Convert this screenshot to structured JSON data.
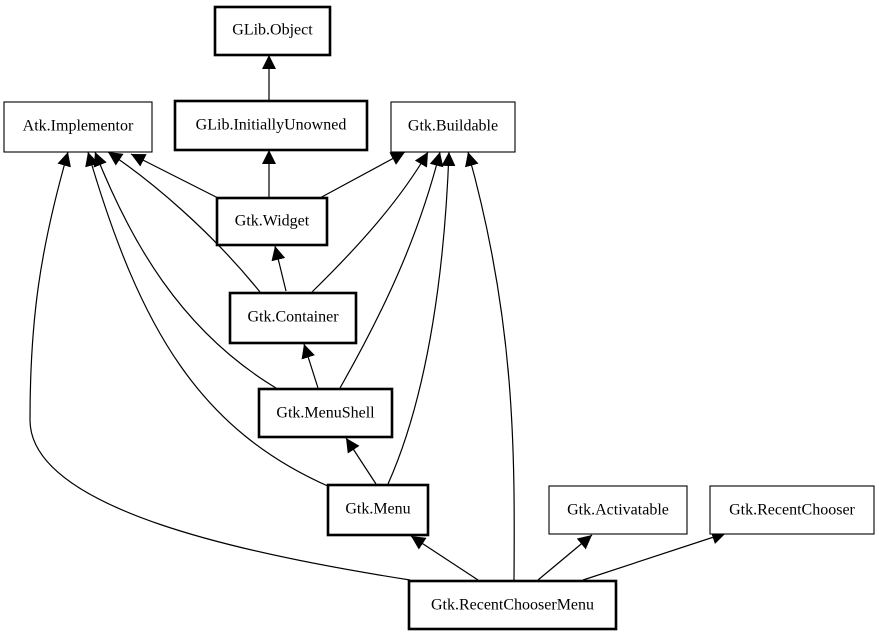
{
  "diagram": {
    "type": "class-inheritance-graph",
    "nodes": [
      {
        "id": "glib-object",
        "label": "GLib.Object"
      },
      {
        "id": "atk-implementor",
        "label": "Atk.Implementor"
      },
      {
        "id": "glib-initiallyunowned",
        "label": "GLib.InitiallyUnowned"
      },
      {
        "id": "gtk-buildable",
        "label": "Gtk.Buildable"
      },
      {
        "id": "gtk-widget",
        "label": "Gtk.Widget"
      },
      {
        "id": "gtk-container",
        "label": "Gtk.Container"
      },
      {
        "id": "gtk-menushell",
        "label": "Gtk.MenuShell"
      },
      {
        "id": "gtk-menu",
        "label": "Gtk.Menu"
      },
      {
        "id": "gtk-activatable",
        "label": "Gtk.Activatable"
      },
      {
        "id": "gtk-recentchooser",
        "label": "Gtk.RecentChooser"
      },
      {
        "id": "gtk-recentchoosermenu",
        "label": "Gtk.RecentChooserMenu"
      }
    ],
    "edges": [
      {
        "from": "glib-initiallyunowned",
        "to": "glib-object"
      },
      {
        "from": "gtk-widget",
        "to": "glib-initiallyunowned"
      },
      {
        "from": "gtk-widget",
        "to": "atk-implementor"
      },
      {
        "from": "gtk-widget",
        "to": "gtk-buildable"
      },
      {
        "from": "gtk-container",
        "to": "gtk-widget"
      },
      {
        "from": "gtk-container",
        "to": "atk-implementor"
      },
      {
        "from": "gtk-container",
        "to": "gtk-buildable"
      },
      {
        "from": "gtk-menushell",
        "to": "gtk-container"
      },
      {
        "from": "gtk-menushell",
        "to": "atk-implementor"
      },
      {
        "from": "gtk-menushell",
        "to": "gtk-buildable"
      },
      {
        "from": "gtk-menu",
        "to": "gtk-menushell"
      },
      {
        "from": "gtk-menu",
        "to": "atk-implementor"
      },
      {
        "from": "gtk-menu",
        "to": "gtk-buildable"
      },
      {
        "from": "gtk-recentchoosermenu",
        "to": "gtk-menu"
      },
      {
        "from": "gtk-recentchoosermenu",
        "to": "atk-implementor"
      },
      {
        "from": "gtk-recentchoosermenu",
        "to": "gtk-buildable"
      },
      {
        "from": "gtk-recentchoosermenu",
        "to": "gtk-activatable"
      },
      {
        "from": "gtk-recentchoosermenu",
        "to": "gtk-recentchooser"
      }
    ]
  }
}
